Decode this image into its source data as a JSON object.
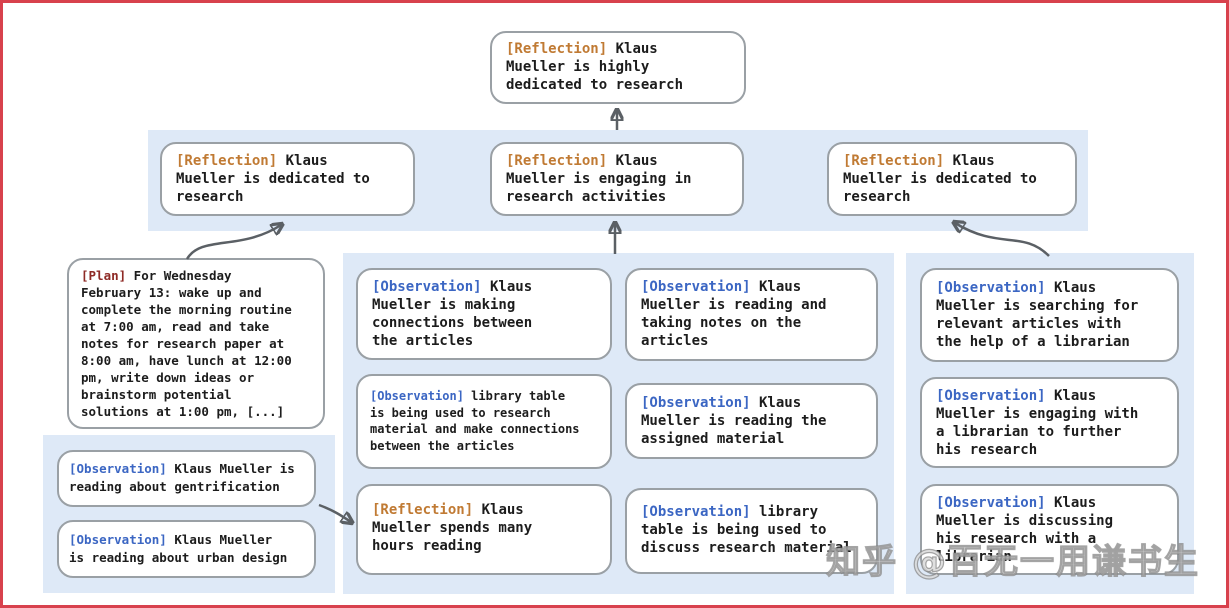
{
  "palette": {
    "frame_red": "#d8414d",
    "band_blue": "#dee9f7",
    "box_border_gray": "#9aa0a5",
    "arrow_gray": "#5b6065",
    "reflection_tag": "#c07a33",
    "observation_tag": "#3b66c3",
    "plan_tag": "#8e2a25"
  },
  "nodes": {
    "root": {
      "tag": "[Reflection]",
      "text": " Klaus\nMueller is highly\ndedicated to research"
    },
    "level2": [
      {
        "tag": "[Reflection]",
        "text": " Klaus\nMueller is dedicated to\nresearch"
      },
      {
        "tag": "[Reflection]",
        "text": " Klaus\nMueller is engaging in\nresearch activities"
      },
      {
        "tag": "[Reflection]",
        "text": " Klaus\nMueller is dedicated to\nresearch"
      }
    ],
    "plan": {
      "tag": "[Plan]",
      "text": " For Wednesday\nFebruary 13: wake up and\ncomplete the morning routine\nat 7:00 am, read and take\nnotes for research paper at\n8:00 am, have lunch at 12:00\npm, write down ideas or\nbrainstorm potential\nsolutions at 1:00 pm, [...]"
    },
    "left_group": [
      {
        "tag": "[Observation]",
        "text": " Klaus Mueller is\nreading about gentrification"
      },
      {
        "tag": "[Observation]",
        "text": " Klaus Mueller\nis reading about urban design"
      }
    ],
    "middle_col1": [
      {
        "tag": "[Observation]",
        "text": " Klaus\nMueller is making\nconnections between\nthe articles"
      },
      {
        "tag": "[Observation]",
        "text": " library table\nis being used to research\nmaterial and make connections\nbetween the articles"
      },
      {
        "tag": "[Reflection]",
        "text": " Klaus\nMueller spends many\nhours reading"
      }
    ],
    "middle_col2": [
      {
        "tag": "[Observation]",
        "text": " Klaus\nMueller is reading and\ntaking notes on the\narticles"
      },
      {
        "tag": "[Observation]",
        "text": " Klaus\nMueller is reading the\nassigned material"
      },
      {
        "tag": "[Observation]",
        "text": " library\ntable is being used to\ndiscuss research material"
      }
    ],
    "right_group": [
      {
        "tag": "[Observation]",
        "text": " Klaus\nMueller is searching for\nrelevant articles with\nthe help of a librarian"
      },
      {
        "tag": "[Observation]",
        "text": " Klaus\nMueller is engaging with\na librarian to further\nhis research"
      },
      {
        "tag": "[Observation]",
        "text": " Klaus\nMueller is discussing\nhis research with a\nlibrarian"
      }
    ]
  },
  "watermark": "知乎 @百无一用谦书生"
}
